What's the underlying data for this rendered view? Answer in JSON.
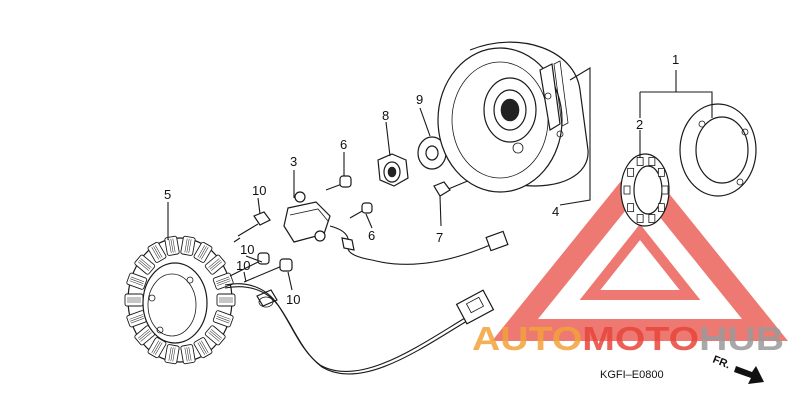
{
  "diagram": {
    "callouts": [
      "1",
      "2",
      "3",
      "4",
      "5",
      "6",
      "6",
      "7",
      "8",
      "9",
      "10",
      "10",
      "10",
      "10"
    ],
    "diagram_code": "KGFI–E0800",
    "direction_label": "FR.",
    "colors": {
      "line": "#1a1a1a",
      "watermark_red": "#e8463c",
      "watermark_orange": "#f2a33a",
      "watermark_gray": "#9a9a9a"
    }
  },
  "watermark": {
    "brand_words": [
      "AUTO",
      "MOTO",
      "HUB"
    ]
  }
}
